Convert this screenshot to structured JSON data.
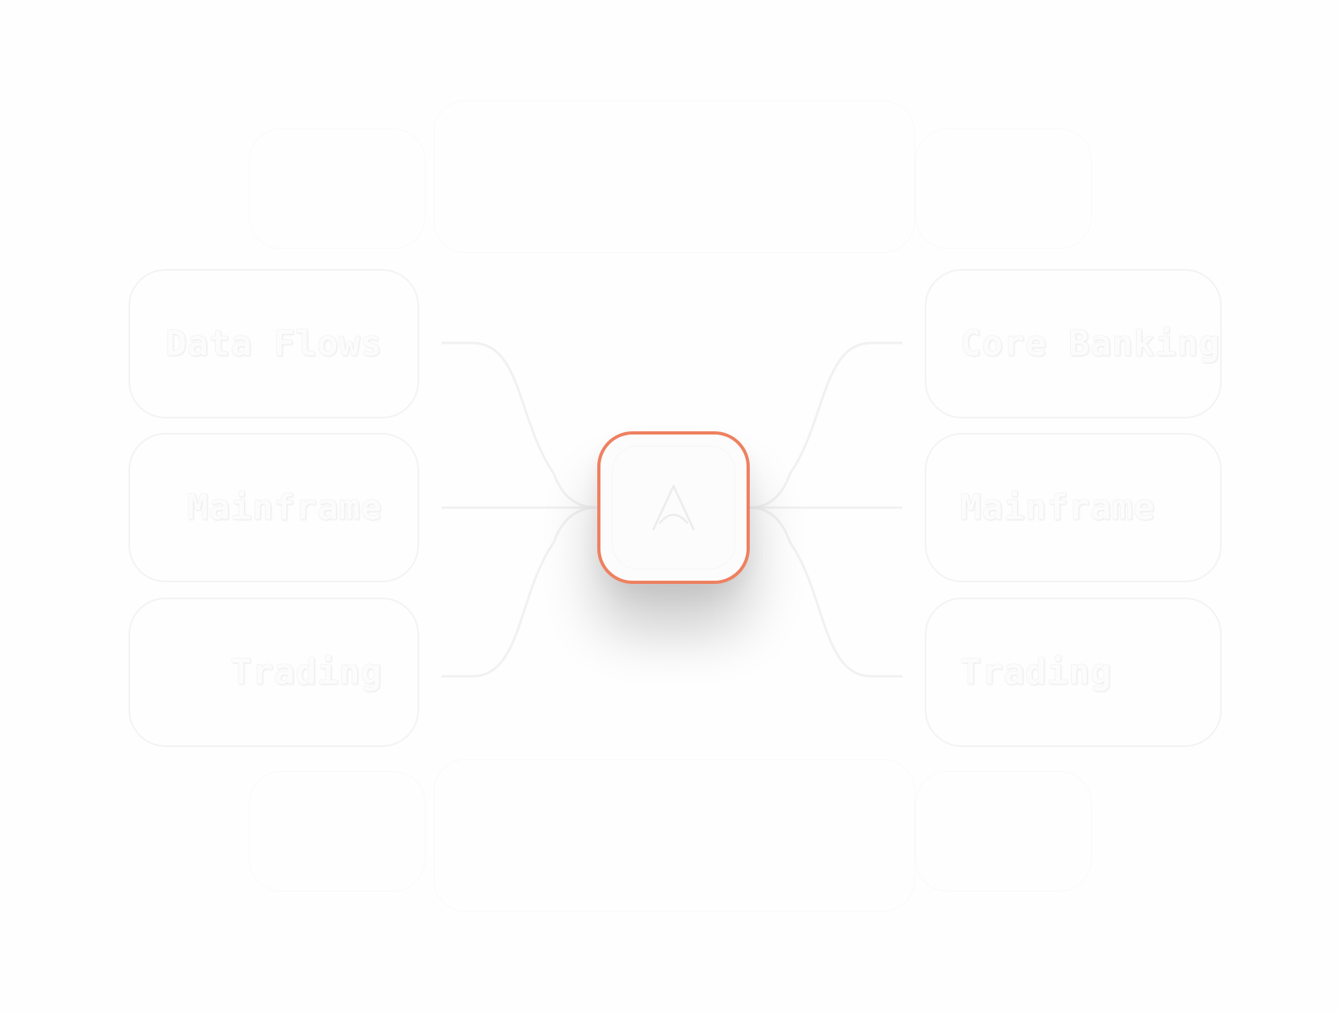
{
  "colors": {
    "hub_border": "#ee8060",
    "node_border": "#f3f3f3",
    "connector": "#f1f1f1",
    "label_fill": "#fcfcfc",
    "background": "#fefefe"
  },
  "hub": {
    "icon": "logo-a-icon"
  },
  "left_nodes": [
    {
      "label": "Data Flows"
    },
    {
      "label": "Mainframe"
    },
    {
      "label": "Trading"
    }
  ],
  "right_nodes": [
    {
      "label": "Core Banking"
    },
    {
      "label": "Mainframe"
    },
    {
      "label": "Trading"
    }
  ]
}
